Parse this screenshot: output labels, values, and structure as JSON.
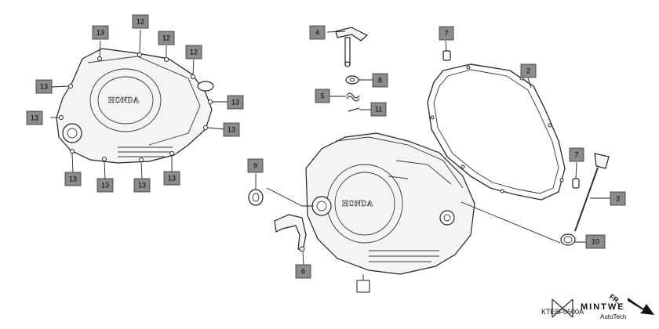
{
  "diagram": {
    "brand_logo_text": "HONDA",
    "part_code": "KTE8F0600A",
    "watermark": {
      "title": "MINTWE",
      "subtitle": "AutoTech"
    },
    "direction_label": "FR.",
    "colors": {
      "callout_fill": "#8c8c8c",
      "line": "#222222",
      "part_fill": "#f4f4f4"
    }
  },
  "callouts": [
    {
      "id": "c-4",
      "label": "4"
    },
    {
      "id": "c-7a",
      "label": "7"
    },
    {
      "id": "c-2",
      "label": "2"
    },
    {
      "id": "c-8",
      "label": "8"
    },
    {
      "id": "c-5",
      "label": "5"
    },
    {
      "id": "c-11",
      "label": "11"
    },
    {
      "id": "c-7b",
      "label": "7"
    },
    {
      "id": "c-3",
      "label": "3"
    },
    {
      "id": "c-9",
      "label": "9"
    },
    {
      "id": "c-10",
      "label": "10"
    },
    {
      "id": "c-6",
      "label": "6"
    },
    {
      "id": "c-13a",
      "label": "13"
    },
    {
      "id": "c-12a",
      "label": "12"
    },
    {
      "id": "c-12b",
      "label": "12"
    },
    {
      "id": "c-12c",
      "label": "12"
    },
    {
      "id": "c-13b",
      "label": "13"
    },
    {
      "id": "c-13c",
      "label": "13"
    },
    {
      "id": "c-13d",
      "label": "13"
    },
    {
      "id": "c-13e",
      "label": "13"
    },
    {
      "id": "c-13f",
      "label": "13"
    },
    {
      "id": "c-13g",
      "label": "13"
    },
    {
      "id": "c-13h",
      "label": "13"
    },
    {
      "id": "c-13i",
      "label": "13"
    }
  ]
}
